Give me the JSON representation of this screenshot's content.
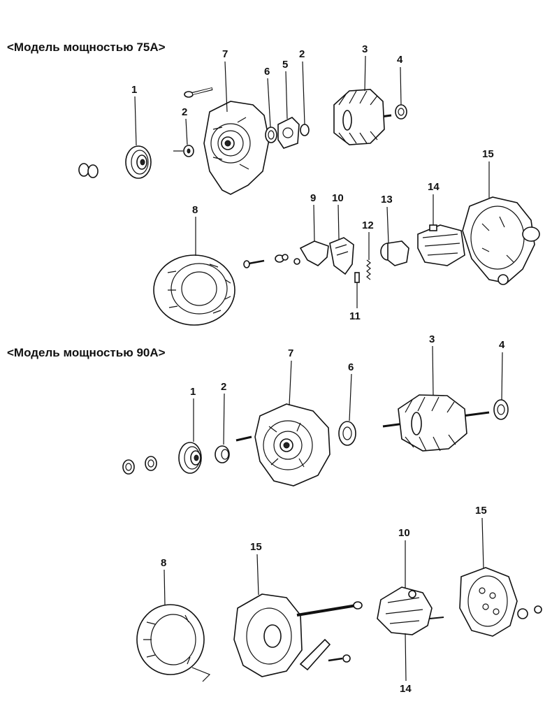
{
  "sections": [
    {
      "title": "<Модель мощностью 75А>",
      "callouts": [
        "1",
        "2",
        "7",
        "6",
        "5",
        "2",
        "3",
        "4",
        "8",
        "9",
        "10",
        "13",
        "12",
        "14",
        "15",
        "11"
      ]
    },
    {
      "title": "<Модель мощностью 90А>",
      "callouts": [
        "1",
        "2",
        "7",
        "6",
        "3",
        "4",
        "8",
        "15",
        "10",
        "15",
        "14"
      ]
    }
  ]
}
